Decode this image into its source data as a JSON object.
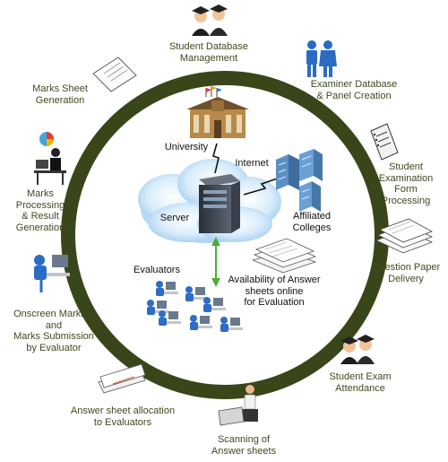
{
  "diagram": {
    "ring_color": "#39461a",
    "label_color": "#3d4a1d",
    "outer_labels": {
      "student_db": [
        "Student Database",
        "Management"
      ],
      "examiner_db": [
        "Examiner Database",
        "& Panel Creation"
      ],
      "student_exam_form": [
        "Student",
        "Examination",
        "Form",
        "Processing"
      ],
      "question_paper": [
        "Question Paper",
        "Delivery"
      ],
      "exam_attendance": [
        "Student Exam",
        "Attendance"
      ],
      "scanning": [
        "Scanning of",
        "Answer sheets"
      ],
      "answer_allocation": [
        "Answer sheet allocation",
        "to Evaluators"
      ],
      "onscreen_marking": [
        "Onscreen Marking",
        "and",
        "Marks Submission",
        "by Evaluator"
      ],
      "marks_processing": [
        "Marks",
        "Processing",
        "& Result",
        "Generation"
      ],
      "marks_sheet": [
        "Marks Sheet",
        "Generation"
      ]
    },
    "center_labels": {
      "university": "University",
      "internet": "Internet",
      "server": "Server",
      "affiliated": [
        "Affiliated",
        "Colleges"
      ],
      "evaluators": "Evaluators",
      "availability": [
        "Availability of Answer",
        "sheets online",
        "for Evaluation"
      ]
    }
  }
}
